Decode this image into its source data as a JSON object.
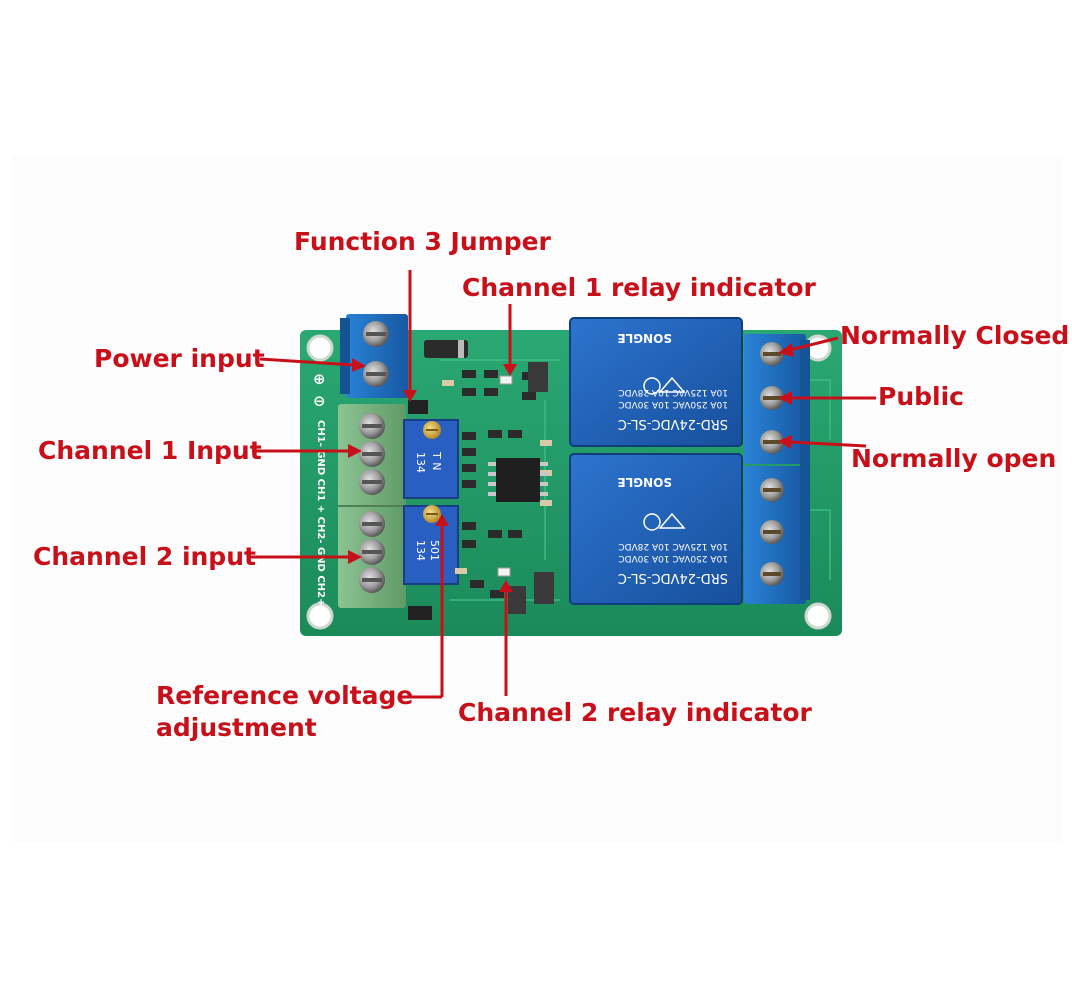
{
  "labels": {
    "function_3_jumper": "Function 3 Jumper",
    "channel_1_relay_indicator": "Channel 1 relay indicator",
    "power_input": "Power input",
    "channel_1_input": "Channel 1 Input",
    "channel_2_input": "Channel 2 input",
    "reference_voltage_line1": "Reference voltage",
    "reference_voltage_line2": "adjustment",
    "channel_2_relay_indicator": "Channel 2 relay indicator",
    "normally_closed": "Normally Closed",
    "public": "Public",
    "normally_open": "Normally open"
  },
  "board": {
    "silkscreen_left": "CH1- GND CH1 + CH2- GND CH2+",
    "relay_model": "SRD-24VDC-SL-C",
    "relay_brand": "SONGLE",
    "relay_rating_1": "10A 250VAC   10A 30VDC",
    "relay_rating_2": "10A 125VAC   10A 28VDC",
    "pot_code_1": "134",
    "pot_code_2": "501",
    "pot_letters": "T N"
  },
  "colors": {
    "label_red": "#c8101a",
    "pcb_green": "#1e9a64",
    "relay_blue": "#1a5fb6",
    "terminal_green": "#7fb583",
    "terminal_blue": "#1f6fc0"
  }
}
